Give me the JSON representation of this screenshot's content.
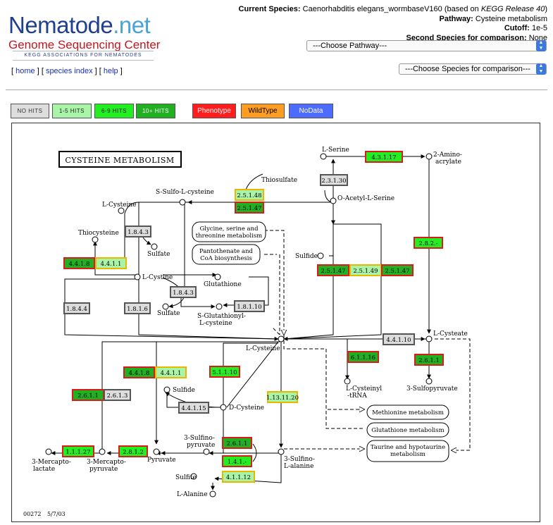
{
  "site": {
    "logo_main": "Nematode",
    "logo_ext": ".net",
    "logo_sub": "Genome Sequencing Center",
    "logo_kegg": "KEGG ASSOCIATIONS FOR NEMATODES"
  },
  "nav": {
    "home": "home",
    "species_index": "species index",
    "help": "help"
  },
  "info": {
    "current_species_label": "Current Species:",
    "current_species_value": "Caenorhabditis elegans_wormbaseV160 (based on",
    "kegg_release": "KEGG Release 40",
    "pathway_label": "Pathway:",
    "pathway_value": "Cysteine metabolism",
    "cutoff_label": "Cutoff:",
    "cutoff_value": "1e-5",
    "second_label": "Second Species for comparison:",
    "second_value": "None"
  },
  "selects": {
    "pathway": "---Choose Pathway---",
    "species": "---Choose Species for comparison---"
  },
  "legend": [
    {
      "id": "nohits",
      "label": "NO HITS",
      "color": "#dddddd"
    },
    {
      "id": "1to5",
      "label": "1-5 HITS",
      "color": "#aaf4a8"
    },
    {
      "id": "6to9",
      "label": "6-9 HITS",
      "color": "#22ee22"
    },
    {
      "id": "10plus",
      "label": "10+ HITS",
      "color": "#22b022"
    },
    {
      "id": "phenotype",
      "label": "Phenotype",
      "color": "#ff1d1d"
    },
    {
      "id": "wildtype",
      "label": "WildType",
      "color": "#ff9d22"
    },
    {
      "id": "nodata",
      "label": "NoData",
      "color": "#4d6cff"
    }
  ],
  "map": {
    "title": "CYSTEINE METABOLISM",
    "footer_id": "00272",
    "footer_date": "5/7/03",
    "compounds": {
      "l_serine": "L-Serine",
      "amino_acrylate_1": "2-Amino-",
      "amino_acrylate_2": "acrylate",
      "thiosulfate": "Thiosulfate",
      "s_sulfo": "S-Sulfo-L-cysteine",
      "o_acetyl": "O-Acetyl-L-Serine",
      "l_cysteine_tl": "L-Cysteine",
      "thiocysteine": "Thiocysteine",
      "sulfate_1": "Sulfate",
      "sulfide_right": "Sulfide",
      "l_cystine": "L-Cystine",
      "glutathione": "Glutathione",
      "sulfate_2": "Sulfate",
      "s_glut_1": "S-Glutathionyl-",
      "s_glut_2": "L-cysteine",
      "l_cysteine_c": "L-Cysteine",
      "l_cysteate": "L-Cysteate",
      "cys_trna_1": "L-Cysteinyl",
      "cys_trna_2": "-tRNA",
      "sulfopyruvate": "3-Sulfopyruvate",
      "sulfide_mid": "Sulfide",
      "d_cysteine": "D-Cysteine",
      "merc_lact_1": "3-Mercapto-",
      "merc_lact_2": "lactate",
      "merc_pyr_1": "3-Mercapto-",
      "merc_pyr_2": "pyruvate",
      "pyruvate": "Pyruvate",
      "sulfino_pyr_1": "3-Sulfino-",
      "sulfino_pyr_2": "pyruvate",
      "sulfino_ala_1": "3-Sulfino-",
      "sulfino_ala_2": "L-alanine",
      "sulfite": "Sulfite",
      "l_alanine": "L-Alanine"
    },
    "pathways": {
      "glycine_1": "Glycine, serine and",
      "glycine_2": "threonine metabolism",
      "pantothenate_1": "Pantothenate and",
      "pantothenate_2": "CoA biosynthesis",
      "methionine": "Methionine metabolism",
      "glutathione": "Glutathione metabolism",
      "taurine_1": "Taurine and hypotaurine",
      "taurine_2": "metabolism"
    },
    "enzymes": [
      {
        "label": "4.3.1.17",
        "fill": "#22ee22",
        "border": "#d81b1b"
      },
      {
        "label": "2.3.1.30",
        "fill": "#dddddd",
        "border": "#555555"
      },
      {
        "label": "2.5.1.48",
        "fill": "#aaf4a8",
        "border": "#e6b800"
      },
      {
        "label": "2.5.1.47",
        "fill": "#22b022",
        "border": "#d81b1b"
      },
      {
        "label": "1.8.4.3",
        "fill": "#dddddd",
        "border": "#555555"
      },
      {
        "label": "4.4.1.8",
        "fill": "#22b022",
        "border": "#d81b1b"
      },
      {
        "label": "4.4.1.1",
        "fill": "#aaf4a8",
        "border": "#e6b800"
      },
      {
        "label": "2.8.2.-",
        "fill": "#22ee22",
        "border": "#d81b1b"
      },
      {
        "label": "2.5.1.47",
        "fill": "#22b022",
        "border": "#d81b1b"
      },
      {
        "label": "2.5.1.49",
        "fill": "#aaf4a8",
        "border": "#e6b800"
      },
      {
        "label": "2.5.1.47",
        "fill": "#22b022",
        "border": "#d81b1b"
      },
      {
        "label": "1.8.4.3",
        "fill": "#dddddd",
        "border": "#555555"
      },
      {
        "label": "1.8.4.4",
        "fill": "#dddddd",
        "border": "#555555"
      },
      {
        "label": "1.8.1.6",
        "fill": "#dddddd",
        "border": "#555555"
      },
      {
        "label": "1.8.1.10",
        "fill": "#dddddd",
        "border": "#555555"
      },
      {
        "label": "4.4.1.10",
        "fill": "#dddddd",
        "border": "#555555"
      },
      {
        "label": "4.4.1.8",
        "fill": "#22b022",
        "border": "#d81b1b"
      },
      {
        "label": "4.4.1.1",
        "fill": "#aaf4a8",
        "border": "#e6b800"
      },
      {
        "label": "5.1.1.10",
        "fill": "#22ee22",
        "border": "#d81b1b"
      },
      {
        "label": "6.1.1.16",
        "fill": "#22b022",
        "border": "#d81b1b"
      },
      {
        "label": "2.6.1.1",
        "fill": "#22b022",
        "border": "#d81b1b"
      },
      {
        "label": "2.6.1.1",
        "fill": "#22b022",
        "border": "#d81b1b"
      },
      {
        "label": "2.6.1.3",
        "fill": "#dddddd",
        "border": "#555555"
      },
      {
        "label": "1.13.11.20",
        "fill": "#aaf4a8",
        "border": "#e6b800"
      },
      {
        "label": "4.4.1.15",
        "fill": "#dddddd",
        "border": "#555555"
      },
      {
        "label": "2.6.1.1",
        "fill": "#22b022",
        "border": "#d81b1b"
      },
      {
        "label": "1.1.1.27",
        "fill": "#22ee22",
        "border": "#d81b1b"
      },
      {
        "label": "2.8.1.2",
        "fill": "#22ee22",
        "border": "#d81b1b"
      },
      {
        "label": "1.4.1.-",
        "fill": "#22ee22",
        "border": "#d81b1b"
      },
      {
        "label": "4.1.1.12",
        "fill": "#aaf4a8",
        "border": "#e6b800"
      }
    ]
  }
}
